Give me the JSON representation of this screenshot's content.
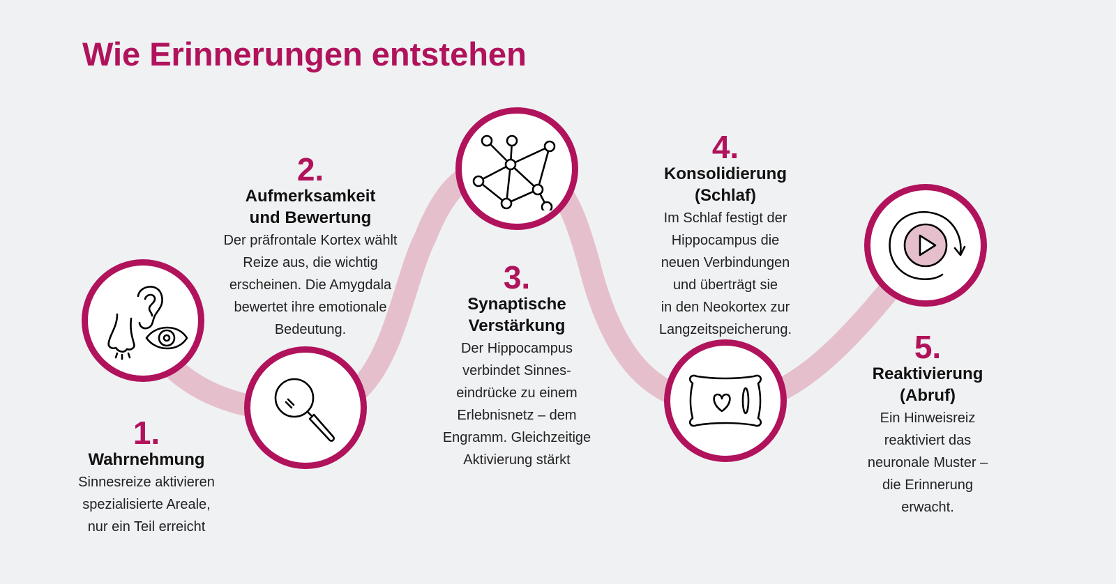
{
  "title": "Wie Erinnerungen entstehen",
  "colors": {
    "accent": "#B0135B",
    "path": "#E5C0CC",
    "background": "#F0F1F3",
    "circle_fill": "#FFFFFF",
    "text": "#111111"
  },
  "steps": [
    {
      "number": "1.",
      "heading": "Wahrnehmung",
      "description": "Sinnesreize aktivieren\nspezialisierte Areale,\nnur ein Teil erreicht",
      "icon": "senses-icon (nose, ear, eye)"
    },
    {
      "number": "2.",
      "heading": "Aufmerksamkeit\nund Bewertung",
      "description": "Der präfrontale Kortex wählt\nReize aus, die wichtig\nerscheinen. Die Amygdala\nbewertet ihre emotionale\nBedeutung.",
      "icon": "magnifier-icon"
    },
    {
      "number": "3.",
      "heading": "Synaptische\nVerstärkung",
      "description": "Der Hippocampus\nverbindet Sinnes-\neindrücke zu einem\nErlebnisnetz – dem\nEngramm. Gleichzeitige\nAktivierung stärkt",
      "icon": "network-icon"
    },
    {
      "number": "4.",
      "heading": "Konsolidierung\n(Schlaf)",
      "description": "Im Schlaf festigt der\nHippocampus die\nneuen Verbindungen\nund überträgt sie\nin den Neokortex zur\nLangzeitspeicherung.",
      "icon": "pillow-heart-icon"
    },
    {
      "number": "5.",
      "heading": "Reaktivierung\n(Abruf)",
      "description": "Ein Hinweisreiz\nreaktiviert das\nneuronale Muster –\ndie Erinnerung\nerwacht.",
      "icon": "replay-play-icon"
    }
  ]
}
